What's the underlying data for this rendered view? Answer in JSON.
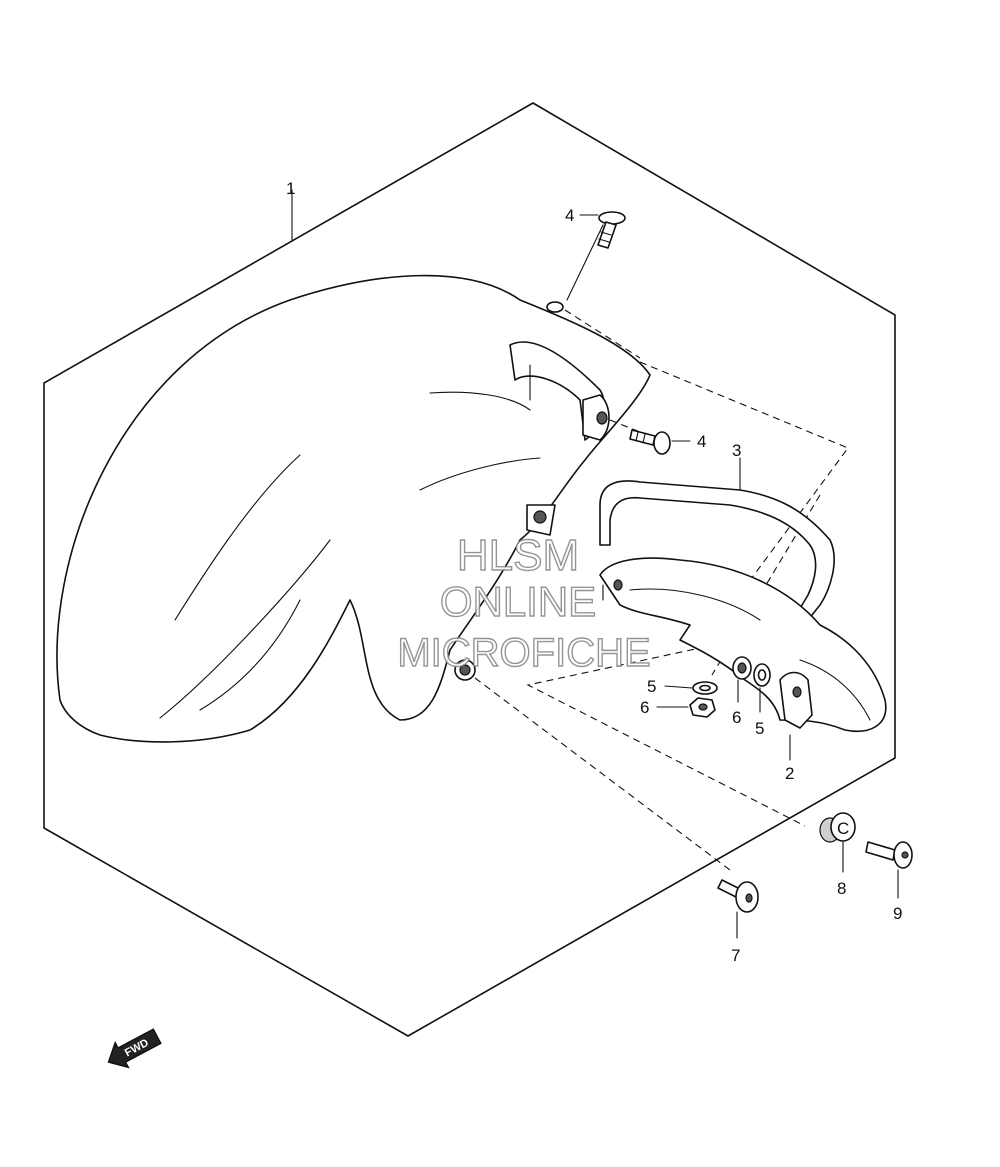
{
  "watermark": {
    "line1": "HLSM",
    "line2": "ONLINE",
    "line3": "MICROFICHE"
  },
  "direction_label": "FWD",
  "callouts": [
    "1",
    "2",
    "3",
    "4",
    "4",
    "5",
    "5",
    "6",
    "6",
    "7",
    "8",
    "9"
  ]
}
